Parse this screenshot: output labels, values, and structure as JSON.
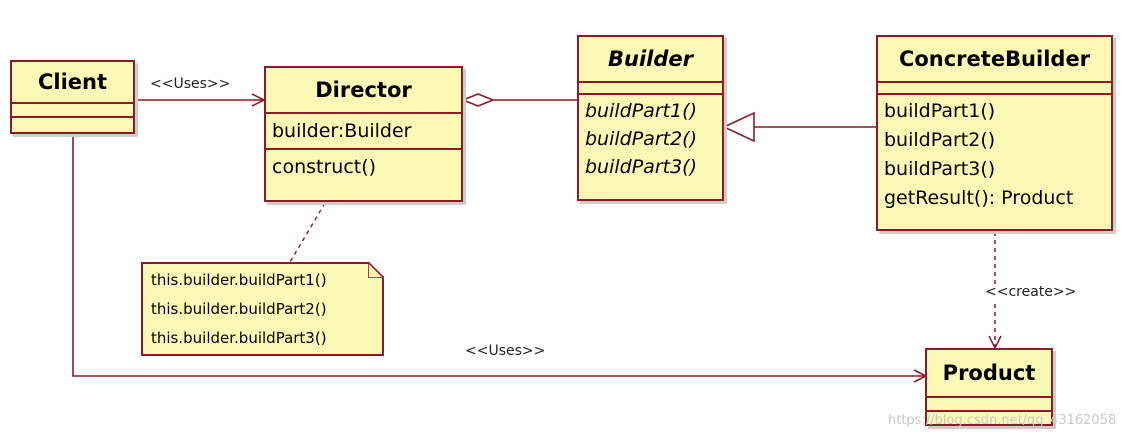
{
  "classes": {
    "client": {
      "name": "Client"
    },
    "director": {
      "name": "Director",
      "attributes": [
        "builder:Builder"
      ],
      "operations": [
        "construct()"
      ]
    },
    "builder": {
      "name": "Builder",
      "operations": [
        "buildPart1()",
        "buildPart2()",
        "buildPart3()"
      ]
    },
    "concrete_builder": {
      "name": "ConcreteBuilder",
      "operations": [
        "buildPart1()",
        "buildPart2()",
        "buildPart3()",
        "getResult(): Product"
      ]
    },
    "product": {
      "name": "Product"
    }
  },
  "note": {
    "lines": [
      "this.builder.buildPart1()",
      "this.builder.buildPart2()",
      "this.builder.buildPart3()"
    ]
  },
  "relations": {
    "client_director": "<<Uses>>",
    "client_product": "<<Uses>>",
    "concrete_product": "<<create>>"
  },
  "watermark": "https://blog.csdn.net/qq_43162058",
  "colors": {
    "fill": "#fcf8b6",
    "border": "#8a1c2a"
  }
}
